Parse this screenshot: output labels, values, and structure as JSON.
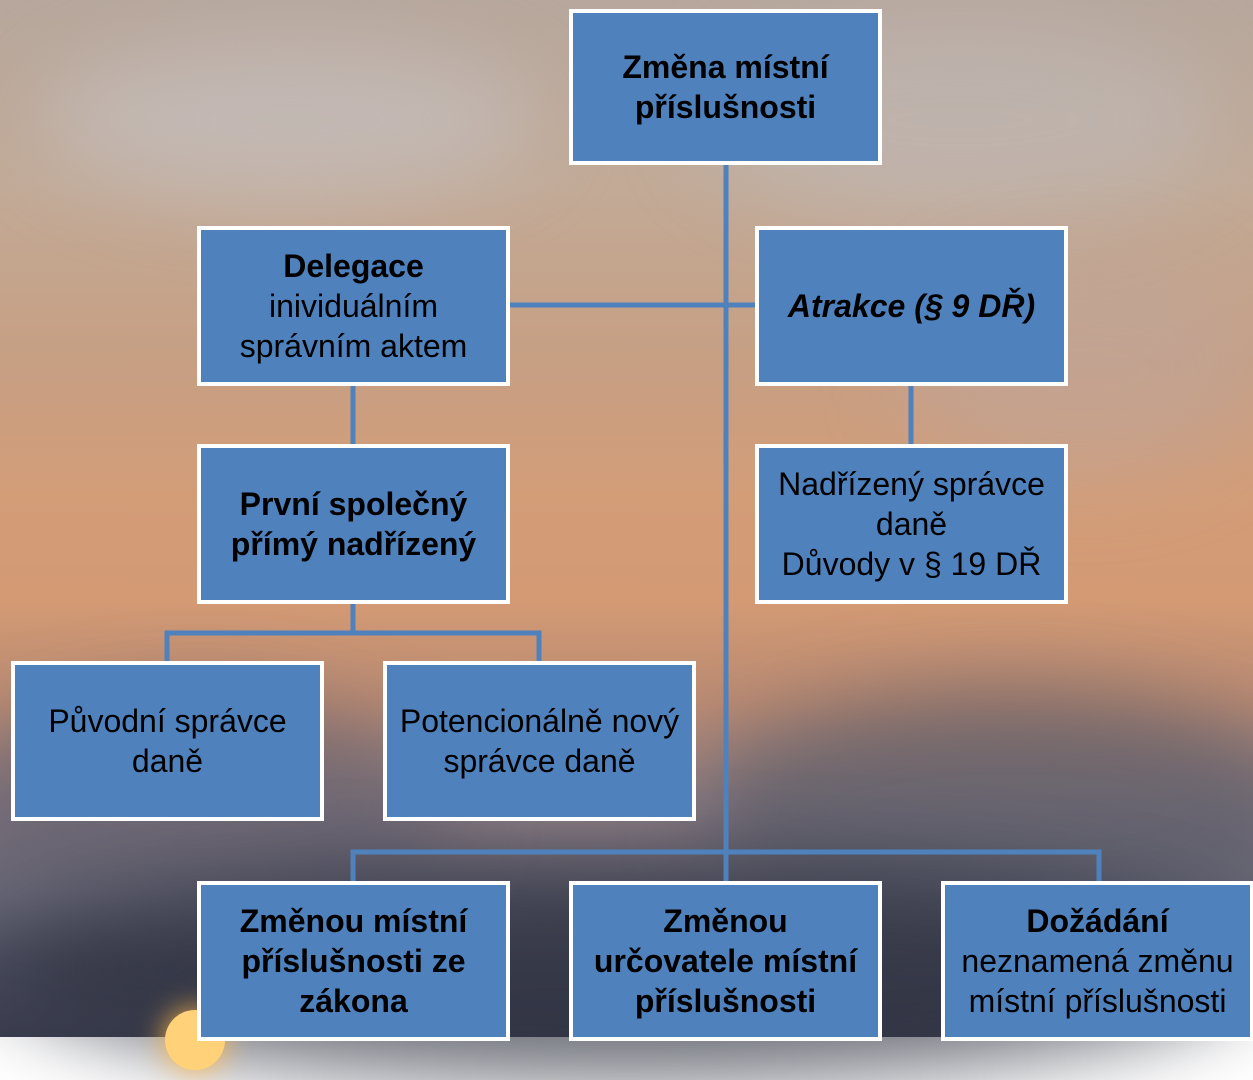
{
  "colors": {
    "box_fill": "#4f81bd",
    "box_border": "#ffffff",
    "connector": "#4f81bd"
  },
  "nodes": {
    "root": {
      "line1": "Změna místní",
      "line2": "příslušnosti"
    },
    "delegace": {
      "title": "Delegace",
      "line2": "inividuálním",
      "line3": "správním aktem"
    },
    "atrakce": {
      "title": "Atrakce (§ 9 DŘ)"
    },
    "prvni": {
      "line1": "První společný",
      "line2": "přímý nadřízený"
    },
    "nadrizeny": {
      "line1": "Nadřízený správce",
      "line2": "daně",
      "line3": "Důvody v § 19 DŘ"
    },
    "puvodni": {
      "line1": "Původní správce",
      "line2": "daně"
    },
    "potencionalne": {
      "line1": "Potencionálně nový",
      "line2": "správce daně"
    },
    "zakona": {
      "line1": "Změnou místní",
      "line2": "příslušnosti ze",
      "line3": "zákona"
    },
    "urcovatele": {
      "line1": "Změnou",
      "line2": "určovatele místní",
      "line3": "příslušnosti"
    },
    "dozadani": {
      "title": "Dožádání",
      "line2": "neznamená změnu",
      "line3": "místní příslušnosti"
    }
  }
}
